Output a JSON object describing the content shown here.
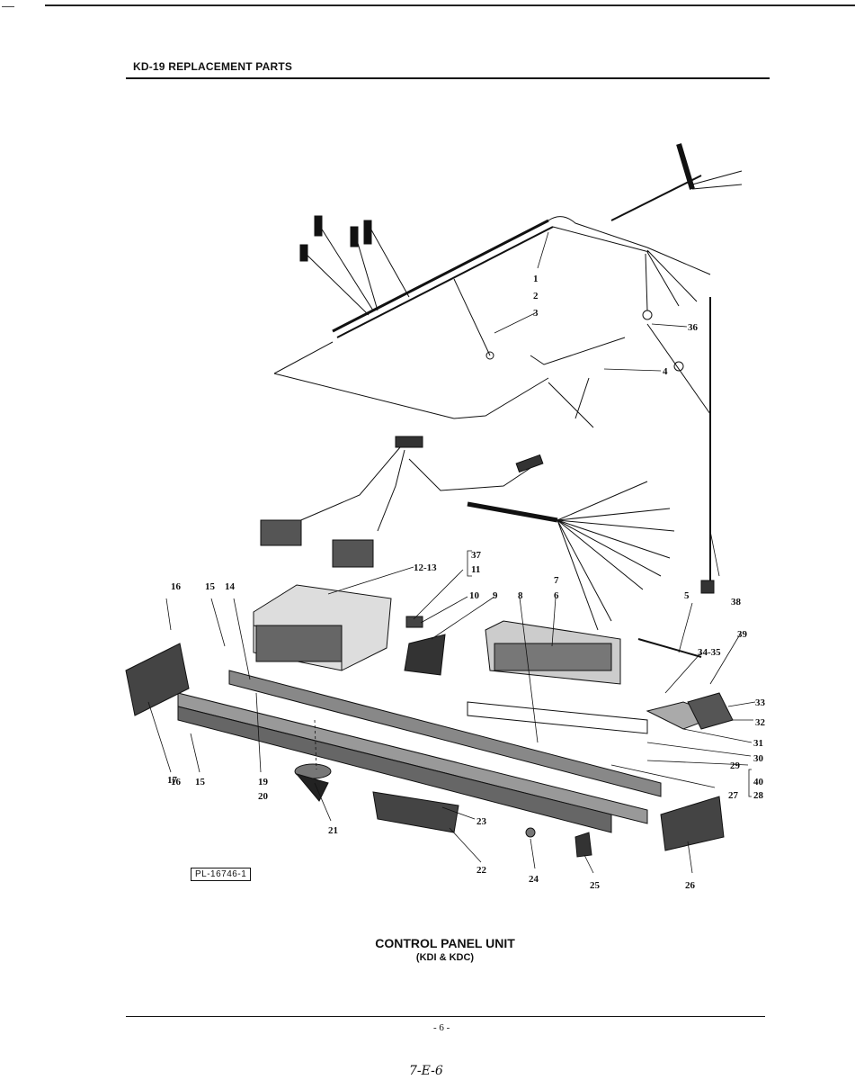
{
  "header": {
    "title": "KD-19 REPLACEMENT PARTS"
  },
  "caption": {
    "title": "CONTROL PANEL UNIT",
    "subtitle": "(KDI & KDC)"
  },
  "plate_id": "PL-16746-1",
  "page_number": "- 6 -",
  "handwritten_note": "7-E-6",
  "callouts": [
    "1",
    "2",
    "3",
    "4",
    "5",
    "6",
    "7",
    "8",
    "9",
    "10",
    "11",
    "12-13",
    "14",
    "15",
    "15",
    "16",
    "16",
    "17",
    "19",
    "20",
    "21",
    "22",
    "23",
    "24",
    "25",
    "26",
    "27",
    "28",
    "29",
    "30",
    "31",
    "32",
    "33",
    "34-35",
    "36",
    "37",
    "38",
    "39",
    "40"
  ]
}
